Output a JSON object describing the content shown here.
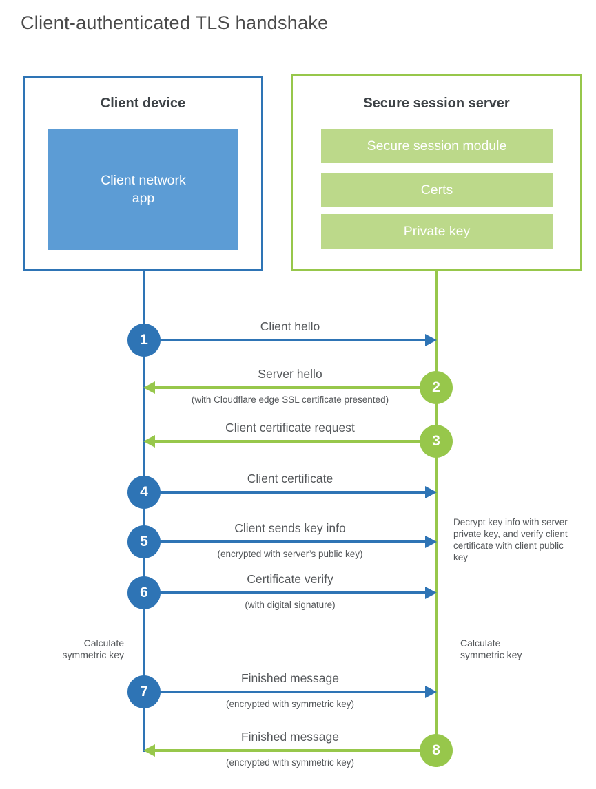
{
  "title": "Client-authenticated TLS handshake",
  "colors": {
    "blue": "#2E74B5",
    "blue-fill": "#5C9CD5",
    "green": "#97C74B",
    "green-fill": "#BCD98A",
    "text": "#54575A",
    "heading": "#3E4347"
  },
  "client_box": {
    "title": "Client device",
    "module": "Client network app"
  },
  "server_box": {
    "title": "Secure session server",
    "modules": [
      "Secure session module",
      "Certs",
      "Private key"
    ]
  },
  "steps": [
    {
      "number": "1",
      "label": "Client hello",
      "sublabel": "",
      "from": "client",
      "to": "server"
    },
    {
      "number": "2",
      "label": "Server hello",
      "sublabel": "(with Cloudflare edge SSL certificate presented)",
      "from": "server",
      "to": "client"
    },
    {
      "number": "3",
      "label": "Client certificate request",
      "sublabel": "",
      "from": "server",
      "to": "client"
    },
    {
      "number": "4",
      "label": "Client certificate",
      "sublabel": "",
      "from": "client",
      "to": "server"
    },
    {
      "number": "5",
      "label": "Client sends key info",
      "sublabel": "(encrypted with server’s public key)",
      "from": "client",
      "to": "server"
    },
    {
      "number": "6",
      "label": "Certificate verify",
      "sublabel": "(with digital signature)",
      "from": "client",
      "to": "server"
    },
    {
      "number": "7",
      "label": "Finished message",
      "sublabel": "(encrypted with symmetric key)",
      "from": "client",
      "to": "server"
    },
    {
      "number": "8",
      "label": "Finished message",
      "sublabel": "(encrypted with symmetric key)",
      "from": "server",
      "to": "client"
    }
  ],
  "annotations": {
    "server_note": "Decrypt key info with server private key, and verify client certificate with client public key",
    "client_calc": "Calculate symmetric key",
    "server_calc": "Calculate symmetric key"
  },
  "icons": {
    "arrowhead_right": "css-triangle-right",
    "arrowhead_left": "css-triangle-left"
  }
}
